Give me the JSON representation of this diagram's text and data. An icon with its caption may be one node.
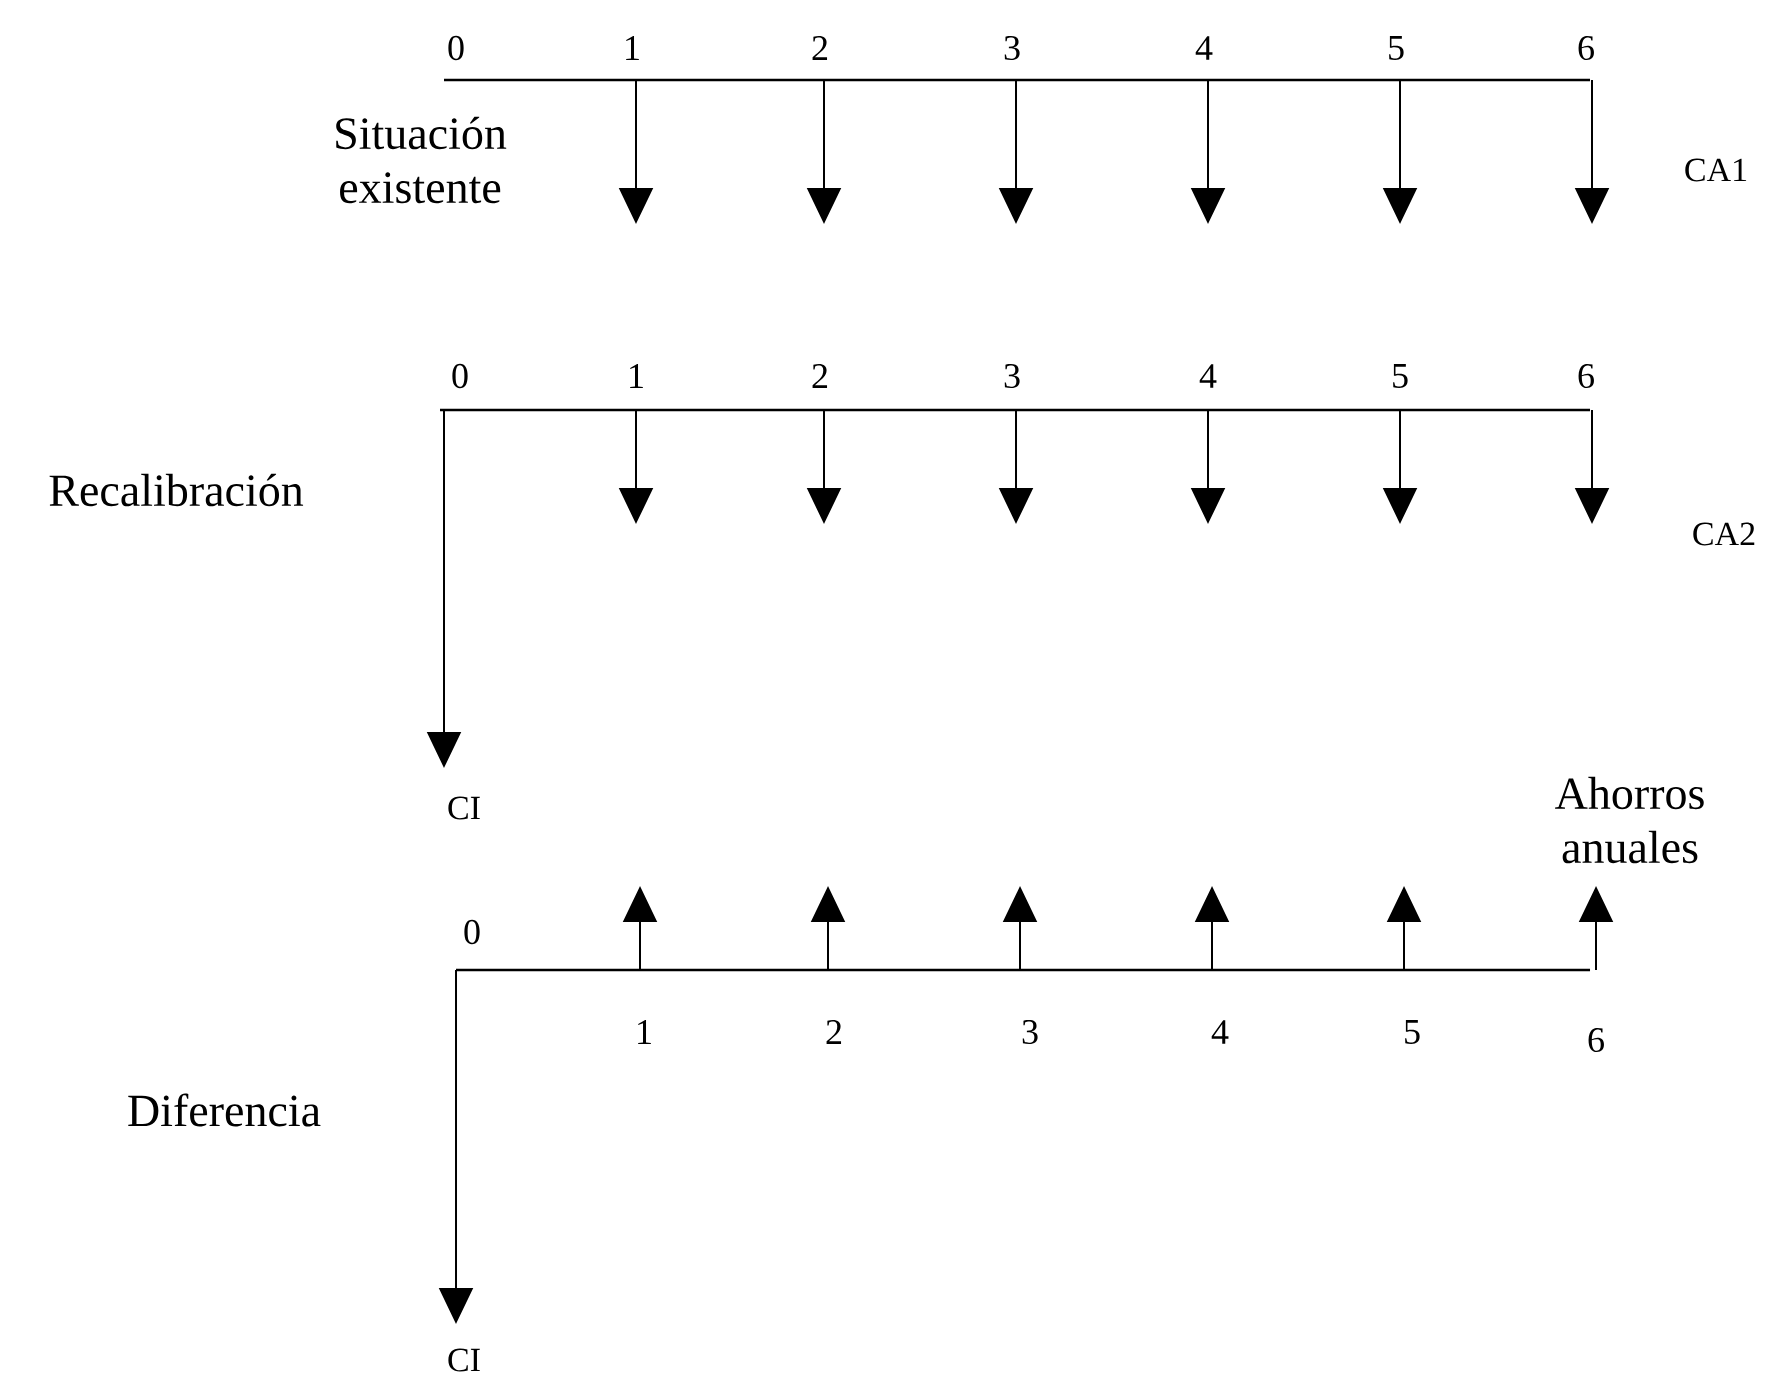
{
  "diagram": {
    "labels": [
      "0",
      "1",
      "2",
      "3",
      "4",
      "5",
      "6",
      "Situación existente",
      "CA1",
      "0",
      "1",
      "2",
      "3",
      "4",
      "5",
      "6",
      "Recalibración",
      "CA2",
      "CI",
      "Ahorros anuales",
      "0",
      "1",
      "2",
      "3",
      "4",
      "5",
      "6",
      "Diferencia",
      "CI"
    ]
  }
}
